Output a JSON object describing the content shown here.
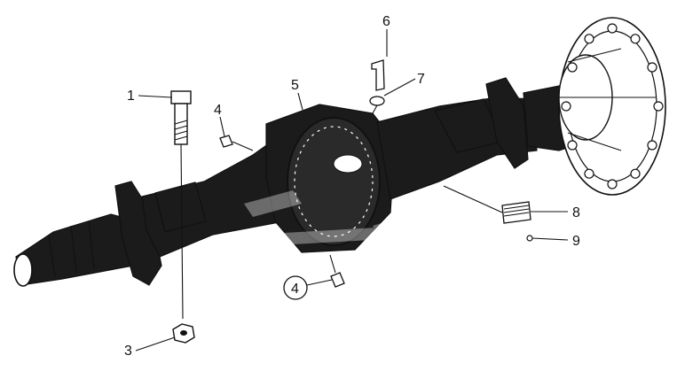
{
  "callouts": [
    {
      "id": "c1",
      "text": "1"
    },
    {
      "id": "c2",
      "text": "3"
    },
    {
      "id": "c3",
      "text": "4"
    },
    {
      "id": "c4",
      "text": "4",
      "circled": true
    },
    {
      "id": "c5",
      "text": "5"
    },
    {
      "id": "c6",
      "text": "6"
    },
    {
      "id": "c7",
      "text": "7"
    },
    {
      "id": "c8",
      "text": "8"
    },
    {
      "id": "c9",
      "text": "9"
    }
  ],
  "colors": {
    "ink": "#111111",
    "fill": "#1b1b1b",
    "background": "#ffffff"
  }
}
